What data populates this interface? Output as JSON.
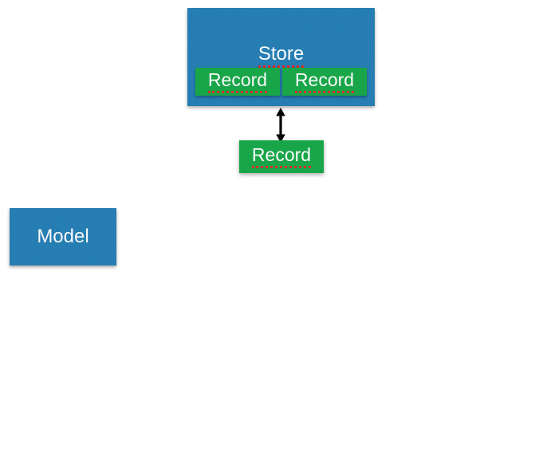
{
  "store": {
    "label": "Store",
    "fill": "#1b79b2",
    "records": [
      {
        "label": "Record"
      },
      {
        "label": "Record"
      }
    ]
  },
  "detached_record": {
    "label": "Record",
    "fill": "#0ca440"
  },
  "model": {
    "label": "Model",
    "fill": "#1b79b2"
  },
  "connector": {
    "type": "double-headed-vertical-arrow",
    "color": "#000000"
  },
  "colors": {
    "box_blue": "#1b79b2",
    "box_green": "#0ca440",
    "label_text": "#fdfdfd",
    "spellcheck_underline": "#de2420",
    "background": "#ffffff"
  }
}
